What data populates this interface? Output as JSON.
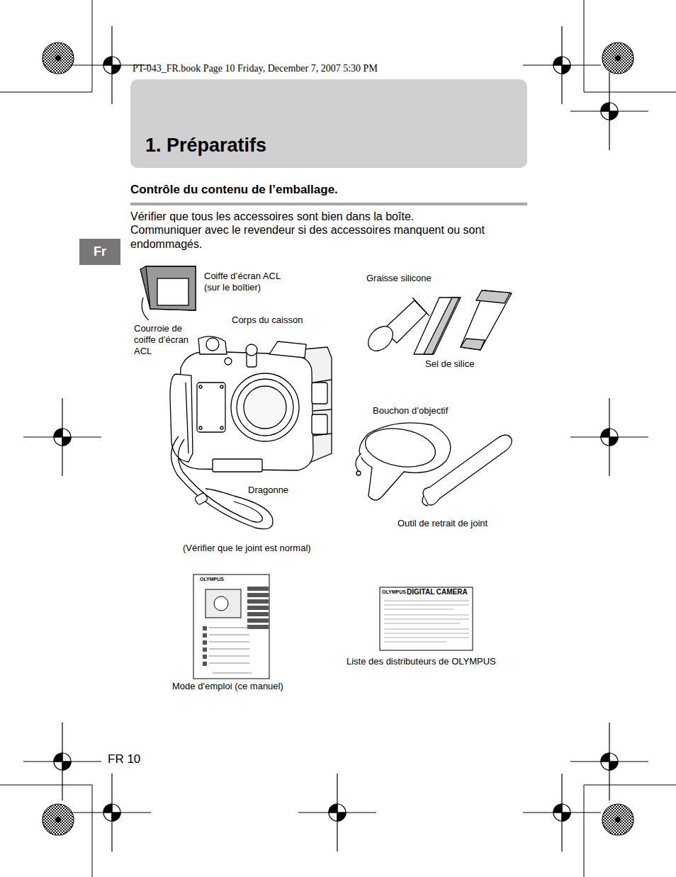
{
  "diagram": {
    "nodes": [
      {
        "text": [
          "1. Préparatifs"
        ]
      },
      {
        "text": [
          "Fr"
        ]
      }
    ],
    "labels": [
      "PT-043_FR.book  Page 10  Friday, December 7, 2007  5:30 PM",
      "Contrôle du contenu de l’emballage.",
      "Vérifier que tous les accessoires sont bien dans la boîte.",
      "Communiquer avec le revendeur si des accessoires manquent ou sont endommagés.",
      "Coiffe d’écran ACL (sur le boîtier)",
      "Graisse silicone",
      "Corps du caisson",
      "Courroie de coiffe d’écran ACL",
      "Sel de silice",
      "Bouchon d’objectif",
      "Dragonne",
      "Outil de retrait de joint",
      "(Vérifier que le joint est normal)",
      "OLYMPUS",
      "Mode d’emploi (ce manuel)",
      "OLYMPUS",
      "DIGITAL CAMERA",
      "Liste des distributeurs de OLYMPUS",
      "FR 10"
    ]
  }
}
